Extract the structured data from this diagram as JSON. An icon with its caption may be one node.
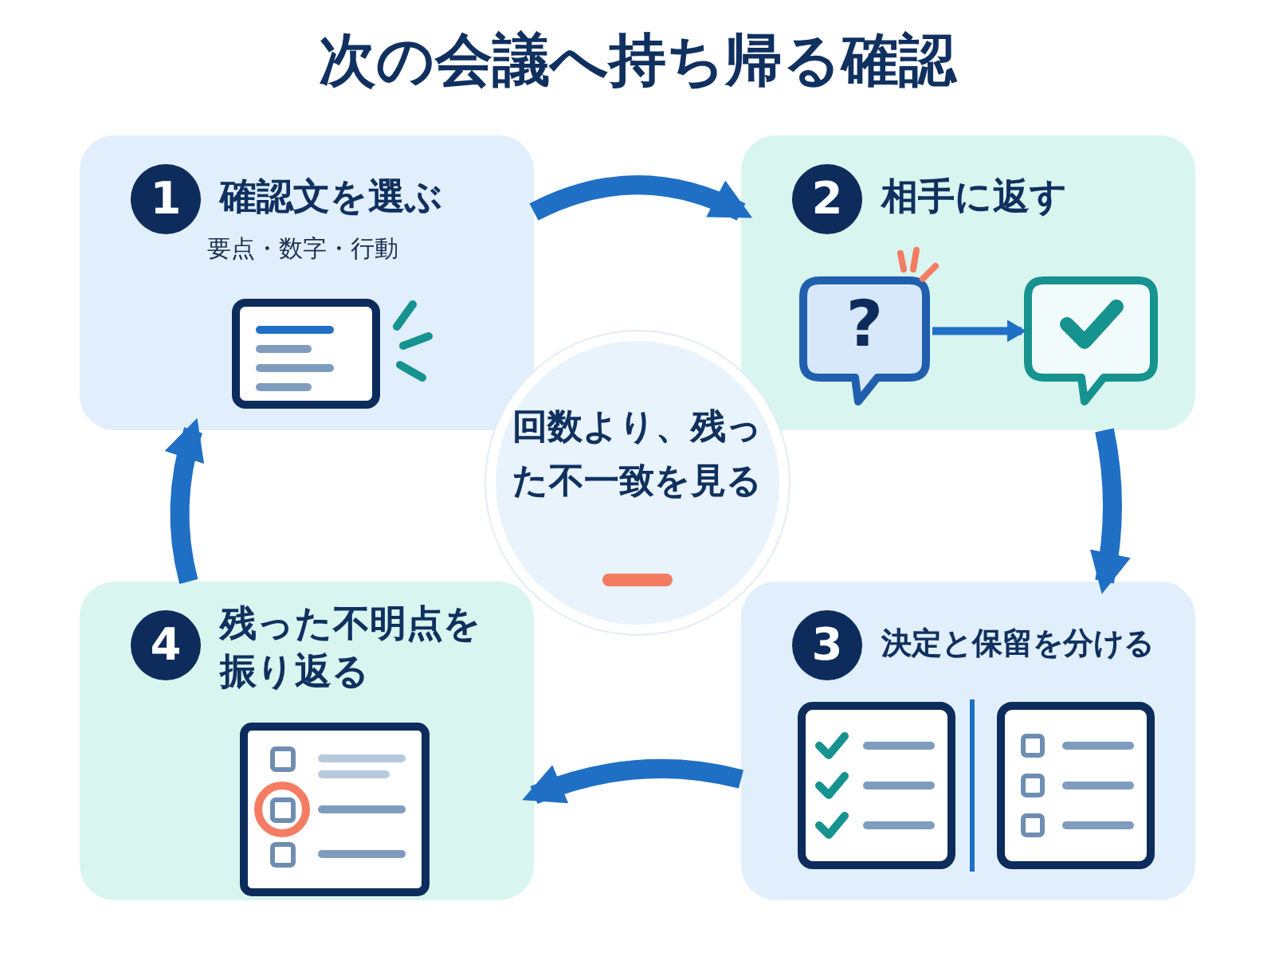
{
  "diagram": {
    "title": "次の会議へ持ち帰る確認",
    "nodes": [
      {
        "text": [
          "1",
          "確認文を選ぶ",
          "要点・数字・行動"
        ]
      },
      {
        "text": [
          "2",
          "相手に返す"
        ]
      },
      {
        "text": [
          "?"
        ],
        "in": 1
      },
      {
        "text": [],
        "shape": "bubble",
        "in": 1
      },
      {
        "text": [
          "3",
          "決定と保留を分ける"
        ]
      },
      {
        "text": [
          "4",
          "残った不明点を振り返る"
        ]
      },
      {
        "text": [
          "回数より、残った不一致を見る"
        ]
      }
    ],
    "edges": [
      {
        "from": 0,
        "to": 1,
        "arrow": "to"
      },
      {
        "from": 1,
        "to": 4,
        "arrow": "to"
      },
      {
        "from": 4,
        "to": 5,
        "arrow": "to"
      },
      {
        "from": 5,
        "to": 0,
        "arrow": "to"
      },
      {
        "from": 2,
        "to": 3,
        "arrow": "to"
      }
    ]
  }
}
